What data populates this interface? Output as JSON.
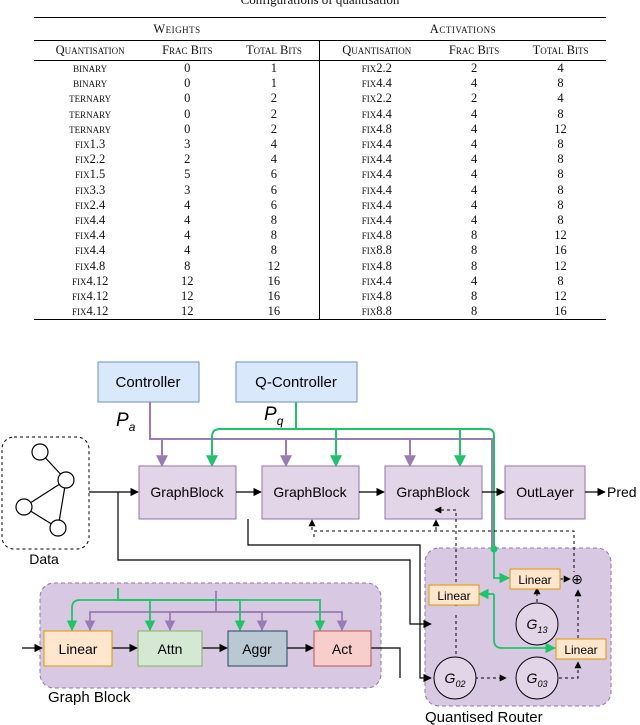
{
  "caption": "Configurations of quantisation",
  "table": {
    "group_weights": "Weights",
    "group_activations": "Activations",
    "headers": [
      "Quantisation",
      "Frac Bits",
      "Total Bits",
      "Quantisation",
      "Frac Bits",
      "Total Bits"
    ],
    "rows": [
      [
        "binary",
        "0",
        "1",
        "fix2.2",
        "2",
        "4"
      ],
      [
        "binary",
        "0",
        "1",
        "fix4.4",
        "4",
        "8"
      ],
      [
        "ternary",
        "0",
        "2",
        "fix2.2",
        "2",
        "4"
      ],
      [
        "ternary",
        "0",
        "2",
        "fix4.4",
        "4",
        "8"
      ],
      [
        "ternary",
        "0",
        "2",
        "fix4.8",
        "4",
        "12"
      ],
      [
        "fix1.3",
        "3",
        "4",
        "fix4.4",
        "4",
        "8"
      ],
      [
        "fix2.2",
        "2",
        "4",
        "fix4.4",
        "4",
        "8"
      ],
      [
        "fix1.5",
        "5",
        "6",
        "fix4.4",
        "4",
        "8"
      ],
      [
        "fix3.3",
        "3",
        "6",
        "fix4.4",
        "4",
        "8"
      ],
      [
        "fix2.4",
        "4",
        "6",
        "fix4.4",
        "4",
        "8"
      ],
      [
        "fix4.4",
        "4",
        "8",
        "fix4.4",
        "4",
        "8"
      ],
      [
        "fix4.4",
        "4",
        "8",
        "fix4.8",
        "8",
        "12"
      ],
      [
        "fix4.4",
        "4",
        "8",
        "fix8.8",
        "8",
        "16"
      ],
      [
        "fix4.8",
        "8",
        "12",
        "fix4.8",
        "8",
        "12"
      ],
      [
        "fix4.12",
        "12",
        "16",
        "fix4.4",
        "4",
        "8"
      ],
      [
        "fix4.12",
        "12",
        "16",
        "fix4.8",
        "8",
        "12"
      ],
      [
        "fix4.12",
        "12",
        "16",
        "fix8.8",
        "8",
        "16"
      ]
    ]
  },
  "diagram": {
    "controller": "Controller",
    "q_controller": "Q-Controller",
    "pa": "P",
    "pa_sub": "a",
    "pq": "P",
    "pq_sub": "q",
    "data_label": "Data",
    "graph_blocks": [
      "GraphBlock",
      "GraphBlock",
      "GraphBlock"
    ],
    "out_layer": "OutLayer",
    "pred": "Pred",
    "inner": {
      "linear": "Linear",
      "attn": "Attn",
      "aggr": "Aggr",
      "act": "Act",
      "title": "Graph Block"
    },
    "router": {
      "title": "Quantised Router",
      "linear_a": "Linear",
      "linear_b": "Linear",
      "linear_c": "Linear",
      "g13": "G",
      "g13_sub": "13",
      "g02": "G",
      "g02_sub": "02",
      "g03": "G",
      "g03_sub": "03",
      "oplus": "⊕"
    },
    "colors": {
      "controller_fill": "#dae8fc",
      "controller_stroke": "#6c8ebf",
      "block_fill": "#e1d5e7",
      "block_stroke": "#9673a6",
      "container_fill": "#d8c8e2",
      "linear_fill": "#ffe6cc",
      "linear_stroke": "#d79b00",
      "attn_fill": "#d5e8d4",
      "attn_stroke": "#82b366",
      "aggr_fill": "#bac8d3",
      "aggr_stroke": "#23445d",
      "act_fill": "#f8cecc",
      "act_stroke": "#b85450",
      "green": "#1ec46a",
      "purple": "#9a7bb5"
    }
  }
}
